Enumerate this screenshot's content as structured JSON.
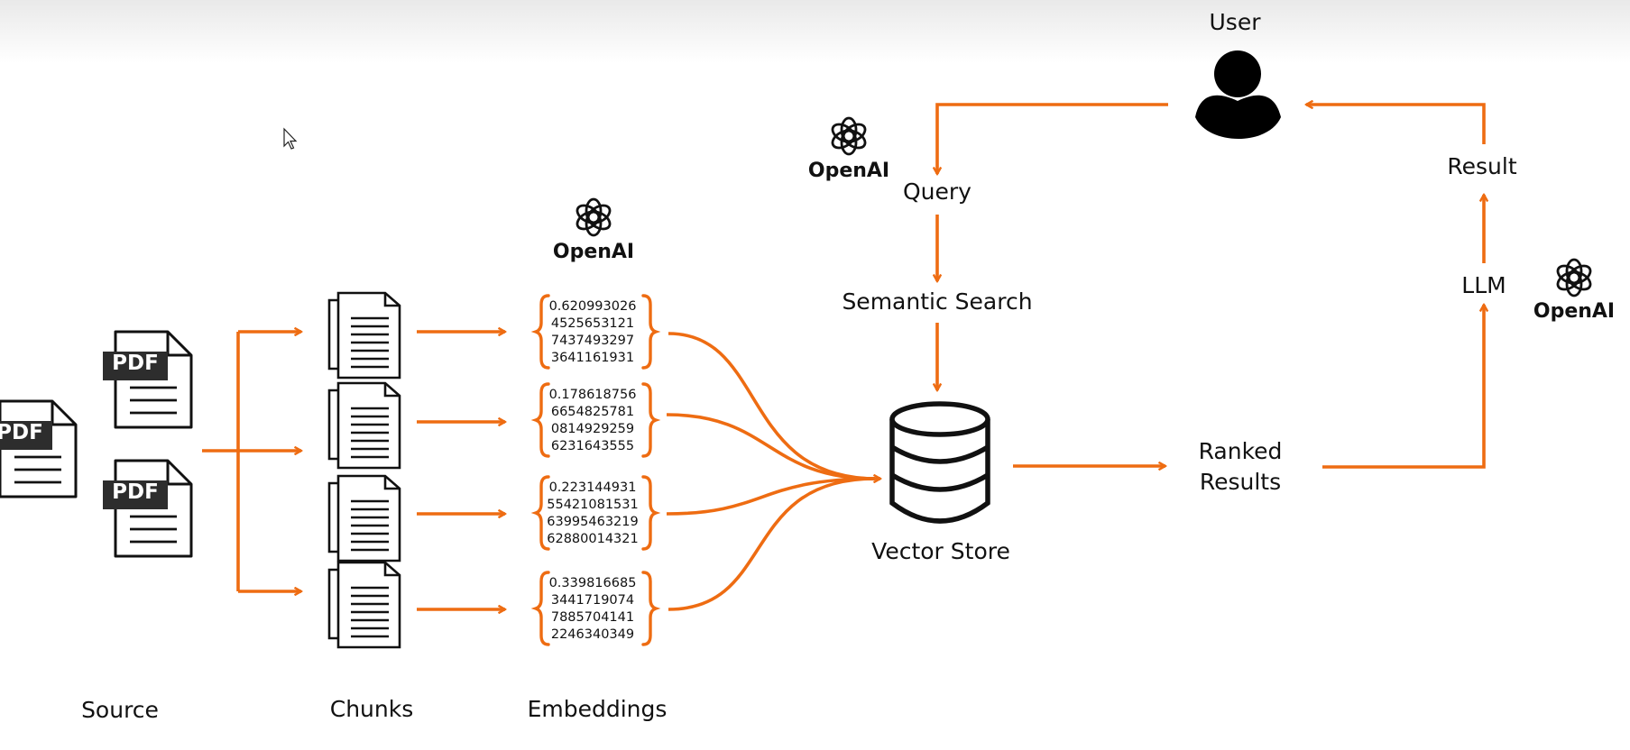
{
  "colors": {
    "accent": "#ee6c12",
    "ink": "#111111",
    "background": "#ffffff"
  },
  "brand": {
    "name": "OpenAI",
    "icon": "openai-logo-icon"
  },
  "pipeline": {
    "source_label": "Source",
    "chunks_label": "Chunks",
    "embeddings_label": "Embeddings",
    "pdf_badge": "PDF",
    "embeddings": [
      [
        "0.620993026",
        "4525653121",
        "7437493297",
        "3641161931"
      ],
      [
        "0.178618756",
        "6654825781",
        "0814929259",
        "6231643555"
      ],
      [
        "0.223144931",
        "55421081531",
        "63995463219",
        "62880014321"
      ],
      [
        "0.339816685",
        "3441719074",
        "7885704141",
        "2246340349"
      ]
    ]
  },
  "retrieval": {
    "user_label": "User",
    "query_label": "Query",
    "semantic_search_label": "Semantic Search",
    "vector_store_label": "Vector Store",
    "ranked_results_line1": "Ranked",
    "ranked_results_line2": "Results",
    "llm_label": "LLM",
    "result_label": "Result"
  }
}
